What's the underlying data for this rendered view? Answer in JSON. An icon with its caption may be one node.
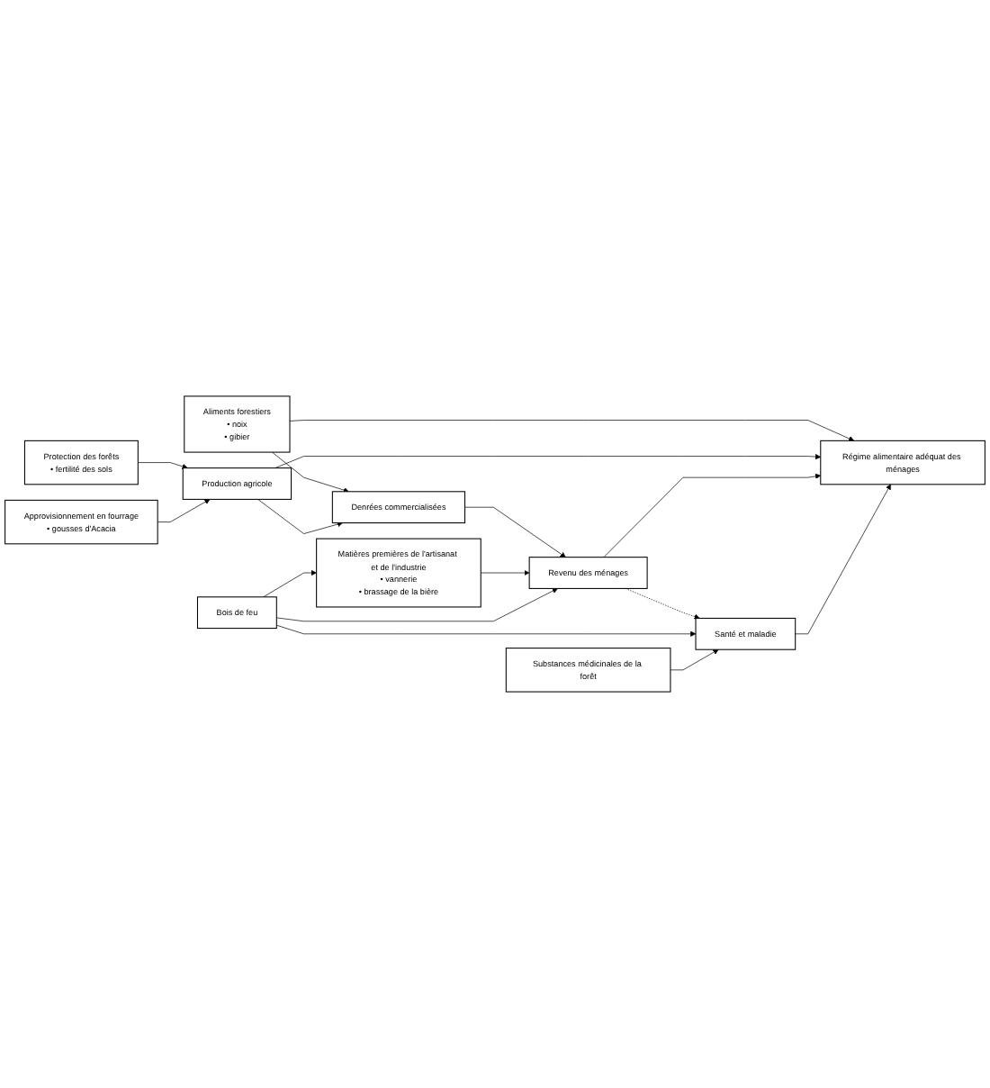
{
  "diagram": {
    "nodes": [
      {
        "text": [
          "Aliments forestiers",
          "• noix",
          "• gibier"
        ]
      },
      {
        "text": [
          "Protection des forêts",
          "• fertilité des sols"
        ]
      },
      {
        "text": [
          "Production agricole"
        ]
      },
      {
        "text": [
          "Approvisionnement en fourrage",
          "• gousses d'Acacia"
        ]
      },
      {
        "text": [
          "Denrées commercialisées"
        ]
      },
      {
        "text": [
          "Matières premières de l'artisanat et de l'industrie",
          "• vannerie",
          "• brassage de la bière"
        ]
      },
      {
        "text": [
          "Revenu des ménages"
        ]
      },
      {
        "text": [
          "Régime alimentaire adéquat des ménages"
        ]
      },
      {
        "text": [
          "Bois de feu"
        ]
      },
      {
        "text": [
          "Santé et maladie"
        ]
      },
      {
        "text": [
          "Substances médicinales de la forêt"
        ]
      }
    ],
    "edges": [
      {
        "from": 0,
        "to": 7,
        "arrow": "to"
      },
      {
        "from": 0,
        "to": 4,
        "arrow": "to"
      },
      {
        "from": 1,
        "to": 2,
        "arrow": "to"
      },
      {
        "from": 2,
        "to": 7,
        "arrow": "to"
      },
      {
        "from": 2,
        "to": 4,
        "arrow": "to"
      },
      {
        "from": 3,
        "to": 2,
        "arrow": "to"
      },
      {
        "from": 4,
        "to": 6,
        "arrow": "to"
      },
      {
        "from": 5,
        "to": 6,
        "arrow": "to"
      },
      {
        "from": 8,
        "to": 6,
        "arrow": "to"
      },
      {
        "from": 6,
        "to": 7,
        "arrow": "to"
      },
      {
        "from": 6,
        "to": 9,
        "arrow": "to",
        "style": "dashed"
      },
      {
        "from": 8,
        "to": 5,
        "arrow": "to"
      },
      {
        "from": 8,
        "to": 9,
        "arrow": "to"
      },
      {
        "from": 9,
        "to": 7,
        "arrow": "to"
      },
      {
        "from": 10,
        "to": 9,
        "arrow": "to"
      }
    ]
  }
}
